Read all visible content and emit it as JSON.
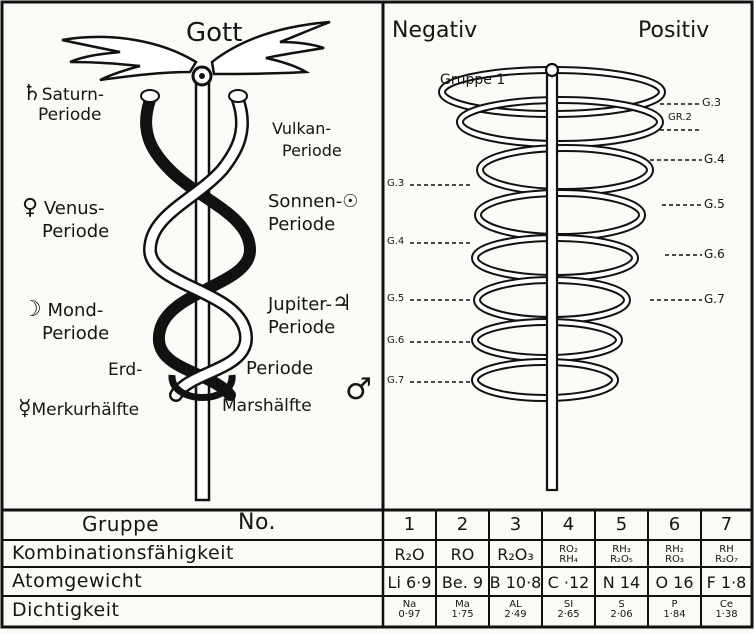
{
  "left_panel": {
    "title": "Gott",
    "labels": [
      {
        "id": "saturn",
        "symbol": "♄",
        "lines": [
          "Saturn-",
          "Periode"
        ]
      },
      {
        "id": "vulkan",
        "symbol": "",
        "lines": [
          "Vulkan-",
          "Periode"
        ]
      },
      {
        "id": "venus",
        "symbol": "♀",
        "lines": [
          "Venus-",
          "Periode"
        ]
      },
      {
        "id": "sonnen",
        "symbol": "☉",
        "lines": [
          "Sonnen-",
          "Periode"
        ]
      },
      {
        "id": "mond",
        "symbol": "☽",
        "lines": [
          "Mond-",
          "Periode"
        ]
      },
      {
        "id": "jupiter",
        "symbol": "♃",
        "lines": [
          "Jupiter-",
          "Periode"
        ]
      },
      {
        "id": "erd",
        "symbol": "",
        "lines": [
          "Erd-"
        ]
      },
      {
        "id": "erd2",
        "symbol": "",
        "lines": [
          "Periode"
        ]
      },
      {
        "id": "merkur",
        "symbol": "☿",
        "lines": [
          "Merkurhälfte"
        ]
      },
      {
        "id": "mars",
        "symbol": "♂",
        "lines": [
          "Marshälfte"
        ]
      }
    ]
  },
  "right_panel": {
    "negativ": "Negativ",
    "positiv": "Positiv",
    "gruppe1": "Gruppe 1",
    "right_labels": [
      "G.3",
      "GR.2",
      "G.4",
      "G.5",
      "G.6",
      "G.7"
    ],
    "left_labels": [
      "G.3",
      "G.4",
      "G.5",
      "G.6",
      "G.7"
    ]
  },
  "table": {
    "header": {
      "label": "Gruppe",
      "no": "No.",
      "cols": [
        "1",
        "2",
        "3",
        "4",
        "5",
        "6",
        "7"
      ]
    },
    "rows": [
      {
        "label": "Kombinationsfähigkeit",
        "cells": [
          "R₂O",
          "RO",
          "R₂O₃",
          "RO₂ RH₄",
          "RH₃ R₂O₅",
          "RH₂ RO₃",
          "RH R₂O₇"
        ]
      },
      {
        "label": "Atomgewicht",
        "cells": [
          "Li 6·9",
          "Be. 9",
          "B 10·8",
          "C ·12",
          "N 14",
          "O 16",
          "F 1·8"
        ]
      },
      {
        "label": "Dichtigkeit",
        "cells": [
          "Na 0·97",
          "Ma 1·75",
          "AL 2·49",
          "SI 2·65",
          "S 2·06",
          "P 1·84",
          "Ce 1·38"
        ]
      }
    ]
  }
}
